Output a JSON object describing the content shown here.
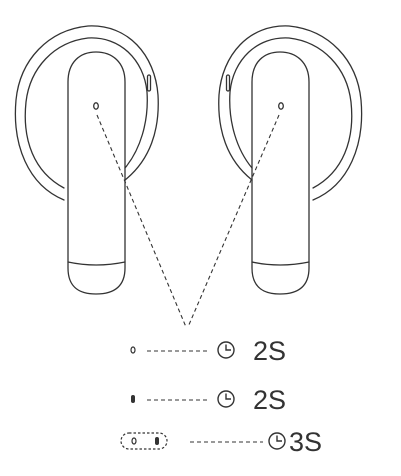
{
  "colors": {
    "line": "#333333",
    "background": "#ffffff"
  },
  "legend": {
    "rows": [
      {
        "indicator": "circle-indicator",
        "action": "clock-icon",
        "duration": "2S"
      },
      {
        "indicator": "dot-indicator",
        "action": "clock-icon",
        "duration": "2S"
      },
      {
        "indicator": "double-tap-indicator",
        "action": "clock-icon",
        "duration": "3S"
      }
    ]
  }
}
